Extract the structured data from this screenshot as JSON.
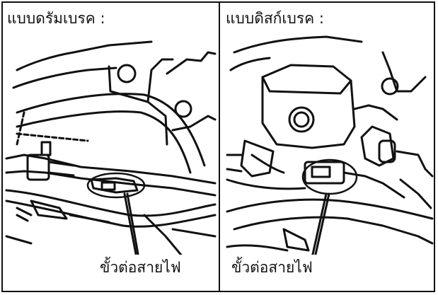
{
  "panels": [
    {
      "title": "แบบดรัมเบรค :",
      "callout": "ขั้วต่อสายไฟ"
    },
    {
      "title": "แบบดิสก์เบรค :",
      "callout": "ขั้วต่อสายไฟ"
    }
  ],
  "colors": {
    "line": "#111111",
    "background": "#ffffff"
  }
}
